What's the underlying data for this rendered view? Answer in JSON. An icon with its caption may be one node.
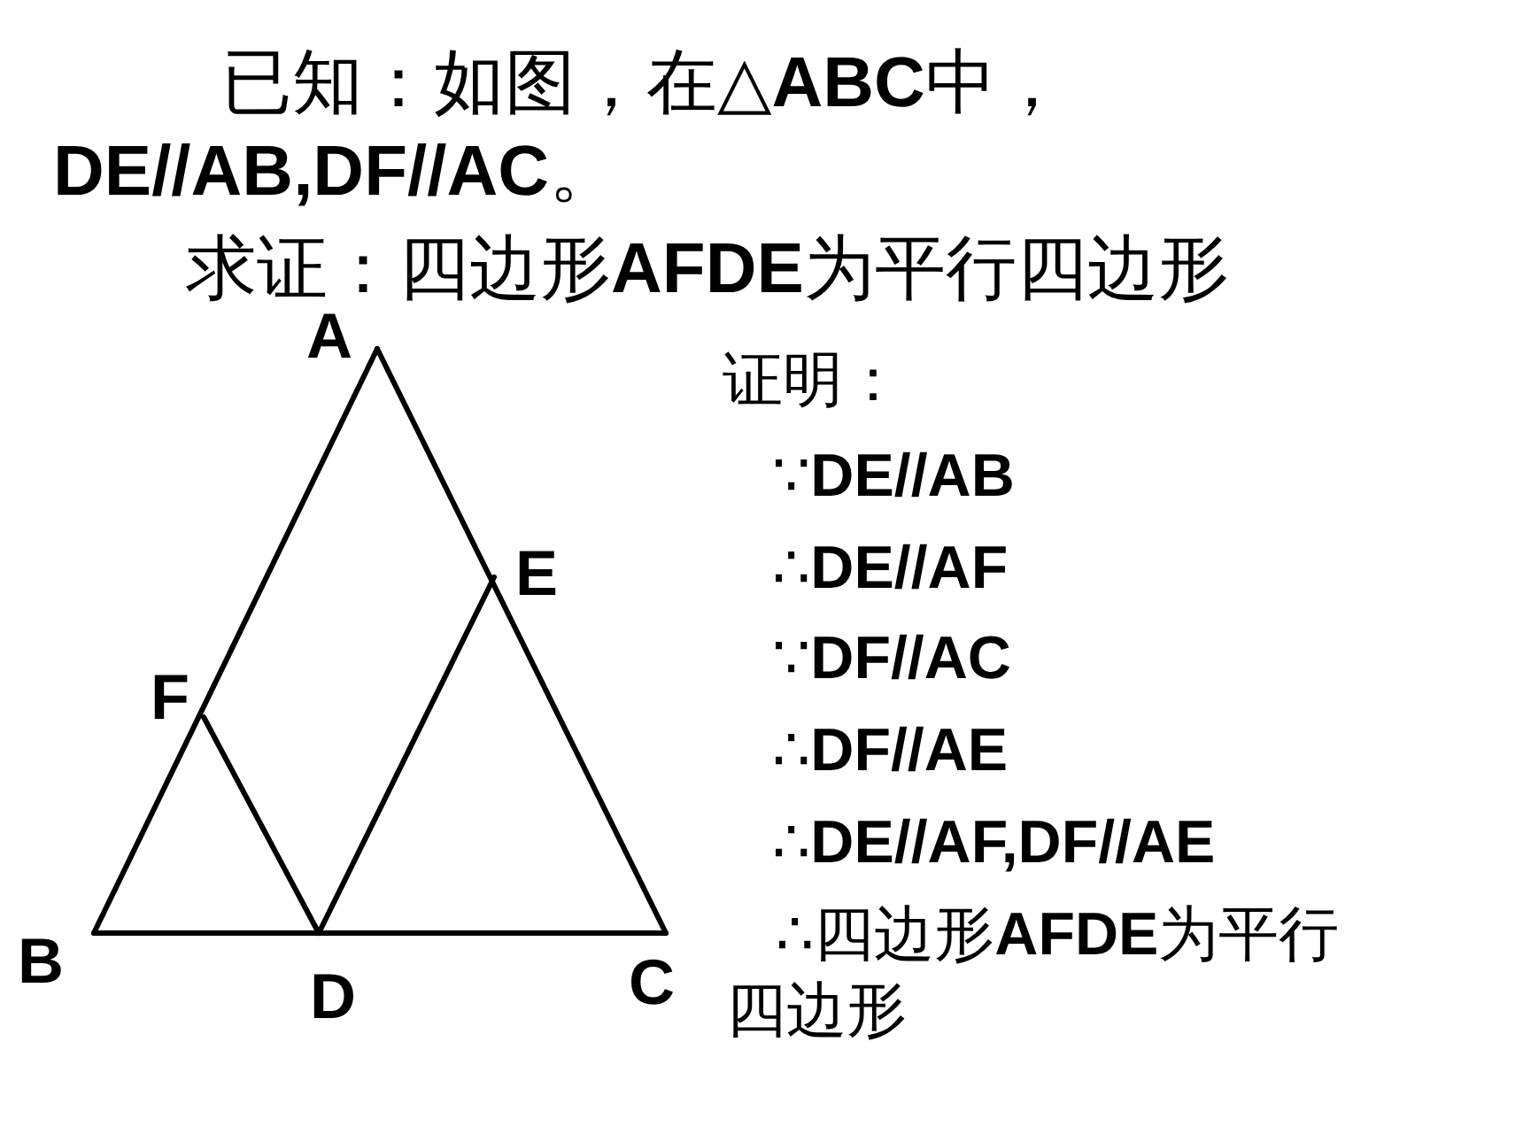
{
  "diagram": {
    "labels": [
      "已知：如图，在△**ABC**中，**DE//AB,DF//AC**。",
      "求证：四边形**AFDE**为平行四边形",
      "A",
      "E",
      "F",
      "B",
      "D",
      "C",
      "证明：",
      "∵**DE//AB**",
      "∴**DE//AF**",
      "∵**DF//AC**",
      "∴**DF//AE**",
      "∴**DE//AF,DF//AE**",
      "∴四边形**AFDE**为平行四边形"
    ]
  }
}
